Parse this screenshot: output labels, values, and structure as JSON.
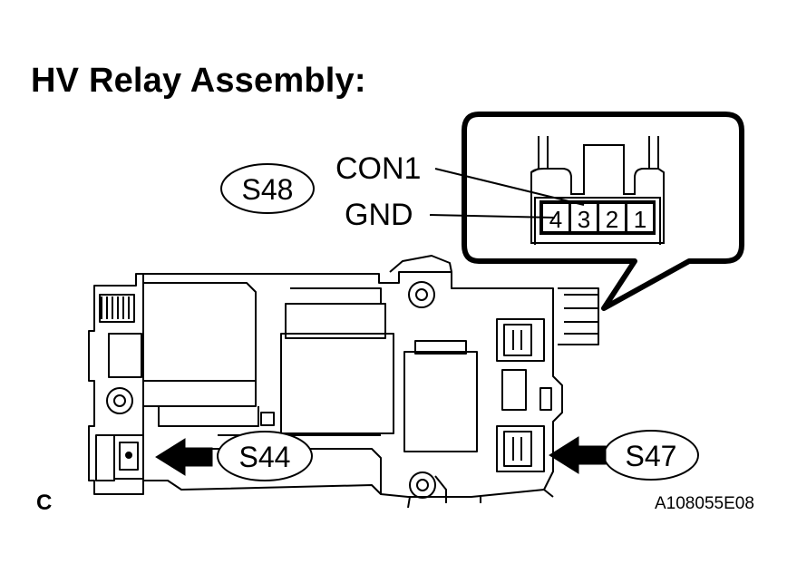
{
  "title": "HV Relay Assembly:",
  "corner_label": "C",
  "figure_id": "A108055E08",
  "connectors": {
    "s48": "S48",
    "s44": "S44",
    "s47": "S47"
  },
  "pin_labels": {
    "con1": "CON1",
    "gnd": "GND"
  },
  "pins": [
    "4",
    "3",
    "2",
    "1"
  ]
}
